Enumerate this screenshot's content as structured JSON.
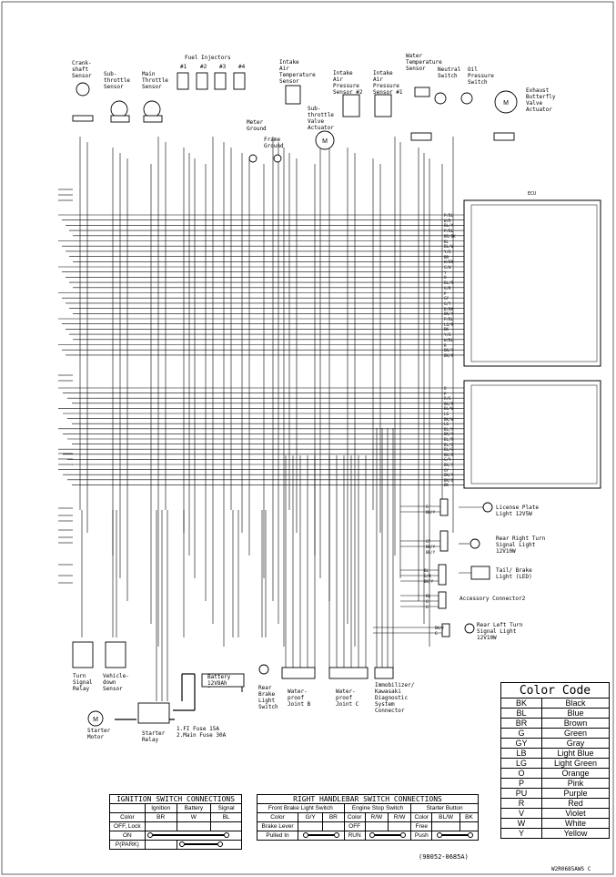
{
  "ecu_label": "ECU",
  "components": {
    "crankshaft_sensor": "Crank-\nshaft\nSensor",
    "subthrottle_sensor": "Sub-\nthrottle\nSensor",
    "main_throttle_sensor": "Main\nThrottle\nSensor",
    "fuel_injectors": "Fuel Injectors",
    "injector_numbers": [
      "#1",
      "#2",
      "#3",
      "#4"
    ],
    "meter_ground": "Meter\nGround",
    "frame_ground": "Frame\nGround",
    "intake_air_temp_sensor": "Intake\nAir\nTemperature\nSensor",
    "subthrottle_valve_actuator": "Sub-\nthrottle\nValve\nActuator",
    "intake_air_pressure_2": "Intake\nAir\nPressure\nSensor #2",
    "intake_air_pressure_1": "Intake\nAir\nPressure\nSensor #1",
    "water_temp_sensor": "Water\nTemperature\nSensor",
    "neutral_switch": "Neutral\nSwitch",
    "oil_pressure_switch": "Oil\nPressure\nSwitch",
    "exhaust_valve_actuator": "Exhaust\nButterfly\nValve\nActuator",
    "license_plate_light": "License Plate\nLight 12V5W",
    "rear_right_turn": "Rear Right Turn\nSignal Light\n12V10W",
    "tail_brake_light": "Tail/ Brake\nLight (LED)",
    "accessory_connector": "Accessory Connector2",
    "rear_left_turn": "Rear Left Turn\nSignal Light\n12V10W",
    "turn_signal_relay": "Turn\nSignal\nRelay",
    "vehicle_down_sensor": "Vehicle-\ndown\nSensor",
    "battery": "Battery\n12V8Ah",
    "rear_brake_switch": "Rear\nBrake\nLight\nSwitch",
    "joint_b": "Water-\nproof\nJoint B",
    "joint_c": "Water-\nproof\nJoint C",
    "immobilizer": "Immobilizer/\nKawasaki\nDiagnostic\nSystem\nConnector",
    "starter_motor": "Starter\nMotor",
    "starter_relay": "Starter\nRelay",
    "fuses": "1.FI Fuse 15A\n2.Main Fuse 30A"
  },
  "wire_colors": {
    "ecu_upper": [
      "P/BL",
      "W/R",
      "BL/Y",
      "P/BL",
      "BR/BK",
      "BL",
      "BL/W",
      "Y/G",
      "BR",
      "W/BK",
      "G/W",
      "Y",
      "O",
      "BL/R",
      "G/R",
      "P",
      "GY",
      "G/Y",
      "B/BK",
      "BK/Y",
      "P/BL",
      "LG/R",
      "BK",
      "Y/G",
      "W/BL",
      "R",
      "BK/Y",
      "BK/R"
    ],
    "ecu_lower": [
      "O",
      "P",
      "R/G",
      "BK/R",
      "BL/W",
      "LG",
      "BK/W",
      "LG",
      "BL/Y",
      "BK/Y",
      "BL/R",
      "BL/O",
      "BL/G",
      "BK/R",
      "G/Y",
      "BK/Y",
      "GY",
      "BK/Y",
      "BK/O",
      "BK"
    ],
    "right_side": [
      "G",
      "BK/Y",
      "GY",
      "BK/Y",
      "BK/Y",
      "BL",
      "G/R",
      "BK/Y",
      "BL",
      "O",
      "G",
      "BK/Y",
      "G"
    ]
  },
  "color_code": {
    "title": "Color Code",
    "rows": [
      [
        "BK",
        "Black"
      ],
      [
        "BL",
        "Blue"
      ],
      [
        "BR",
        "Brown"
      ],
      [
        "G",
        "Green"
      ],
      [
        "GY",
        "Gray"
      ],
      [
        "LB",
        "Light Blue"
      ],
      [
        "LG",
        "Light Green"
      ],
      [
        "O",
        "Orange"
      ],
      [
        "P",
        "Pink"
      ],
      [
        "PU",
        "Purple"
      ],
      [
        "R",
        "Red"
      ],
      [
        "V",
        "Violet"
      ],
      [
        "W",
        "White"
      ],
      [
        "Y",
        "Yellow"
      ]
    ]
  },
  "ignition_table": {
    "title": "IGNITION SWITCH CONNECTIONS",
    "headers": [
      "",
      "Ignition",
      "Battery",
      "Signal"
    ],
    "color_row": [
      "Color",
      "BR",
      "W",
      "BL"
    ],
    "rows": [
      "OFF, Lock",
      "ON",
      "P(PARK)"
    ]
  },
  "handlebar_table": {
    "title": "RIGHT HANDLEBAR SWITCH CONNECTIONS",
    "groups": [
      "Front Brake Light Switch",
      "Engine Stop  Switch",
      "Starter Button"
    ],
    "color_row": [
      "Color",
      "G/Y",
      "BR",
      "Color",
      "R/W",
      "R/W",
      "Color",
      "BL/W",
      "BK"
    ],
    "rows": [
      [
        "Brake Lever",
        "OFF",
        "Free"
      ],
      [
        "Pulled In",
        "RUN",
        "Push"
      ]
    ]
  },
  "part_number": "(98052-0685A)",
  "doc_code": "W2R0685AWS C"
}
